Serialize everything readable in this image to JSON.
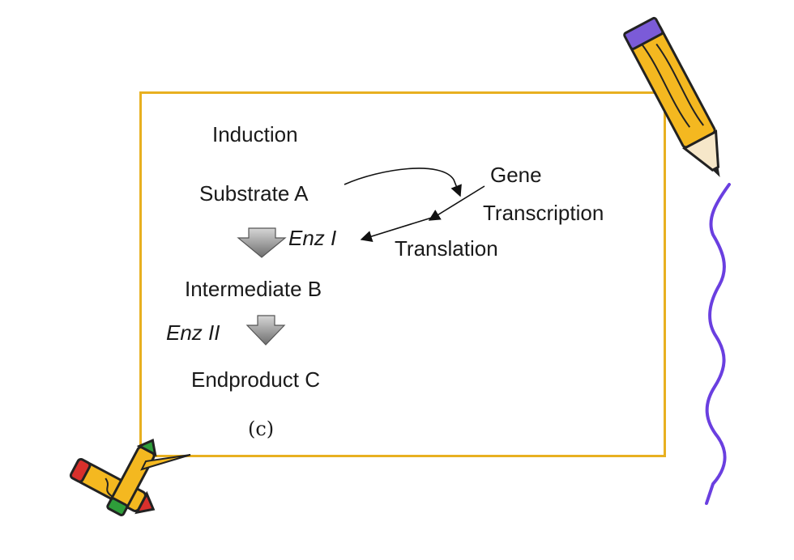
{
  "diagram": {
    "labels": {
      "induction": "Induction",
      "substrate": "Substrate A",
      "gene": "Gene",
      "transcription": "Transcription",
      "enz1": "Enz I",
      "translation": "Translation",
      "intermediate": "Intermediate B",
      "enz2": "Enz II",
      "endproduct": "Endproduct C",
      "caption": "(c)"
    },
    "colors": {
      "frame": "#E8B020",
      "pencil_body": "#F4B820",
      "pencil_accent": "#7B5BD8",
      "squiggle": "#6A3FE0",
      "crayon_red": "#D8302C",
      "crayon_green": "#2E9E3A",
      "process_arrow": "#8A8A8A"
    },
    "decorations": [
      "pencil-icon",
      "crayon-icon",
      "squiggle-line"
    ]
  }
}
